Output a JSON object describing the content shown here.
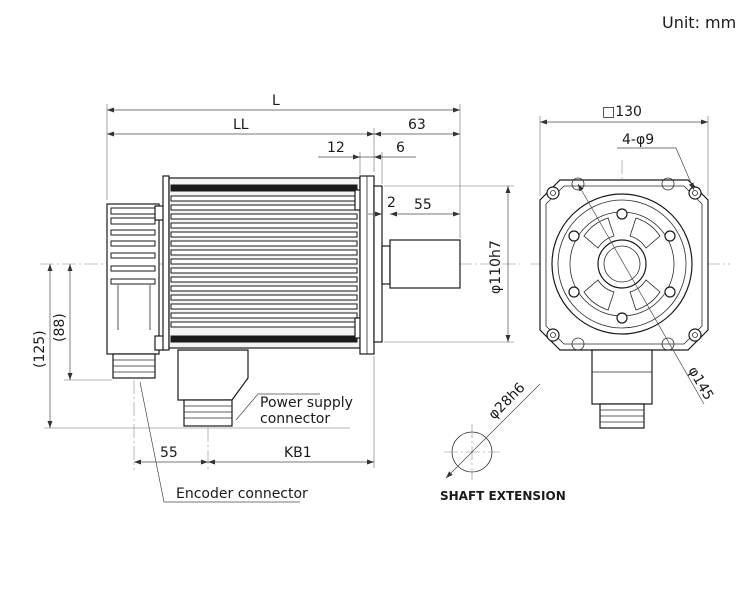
{
  "unit_label": "Unit: mm",
  "dimensions": {
    "overall_length": "L",
    "body_length": "LL",
    "shaft_length": "63",
    "flange_thickness": "12",
    "pilot_offset": "6",
    "pilot_step": "2",
    "shaft_usable": "55",
    "pilot_diameter": "φ110h7",
    "flange_square": "□130",
    "mounting_holes": "4-φ9",
    "bolt_circle": "φ145",
    "shaft_diameter": "φ28h6",
    "height_125": "(125)",
    "height_88": "(88)",
    "encoder_offset": "55",
    "power_offset": "KB1"
  },
  "labels": {
    "power_supply_connector_line1": "Power supply",
    "power_supply_connector_line2": "connector",
    "encoder_connector": "Encoder connector",
    "shaft_extension": "SHAFT EXTENSION"
  }
}
